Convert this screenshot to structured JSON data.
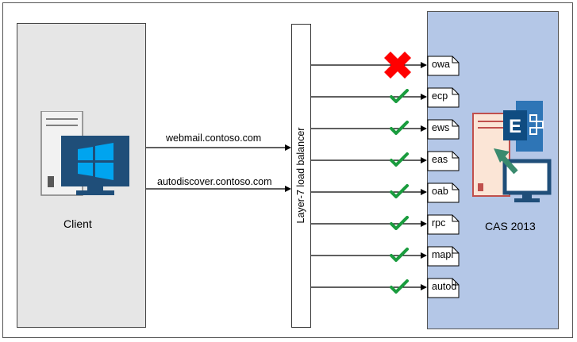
{
  "client": {
    "label": "Client"
  },
  "server": {
    "label": "CAS 2013"
  },
  "load_balancer": {
    "label": "Layer-7 load balancer"
  },
  "hostnames": [
    "webmail.contoso.com",
    "autodiscover.contoso.com"
  ],
  "virtual_directories": [
    {
      "name": "owa",
      "status": "failed"
    },
    {
      "name": "ecp",
      "status": "ok"
    },
    {
      "name": "ews",
      "status": "ok"
    },
    {
      "name": "eas",
      "status": "ok"
    },
    {
      "name": "oab",
      "status": "ok"
    },
    {
      "name": "rpc",
      "status": "ok"
    },
    {
      "name": "mapi",
      "status": "ok"
    },
    {
      "name": "autod",
      "status": "ok"
    }
  ],
  "colors": {
    "check": "#1a9c3e",
    "fail": "#ff0000",
    "server_panel": "#b4c7e7",
    "client_panel": "#e6e6e6"
  }
}
